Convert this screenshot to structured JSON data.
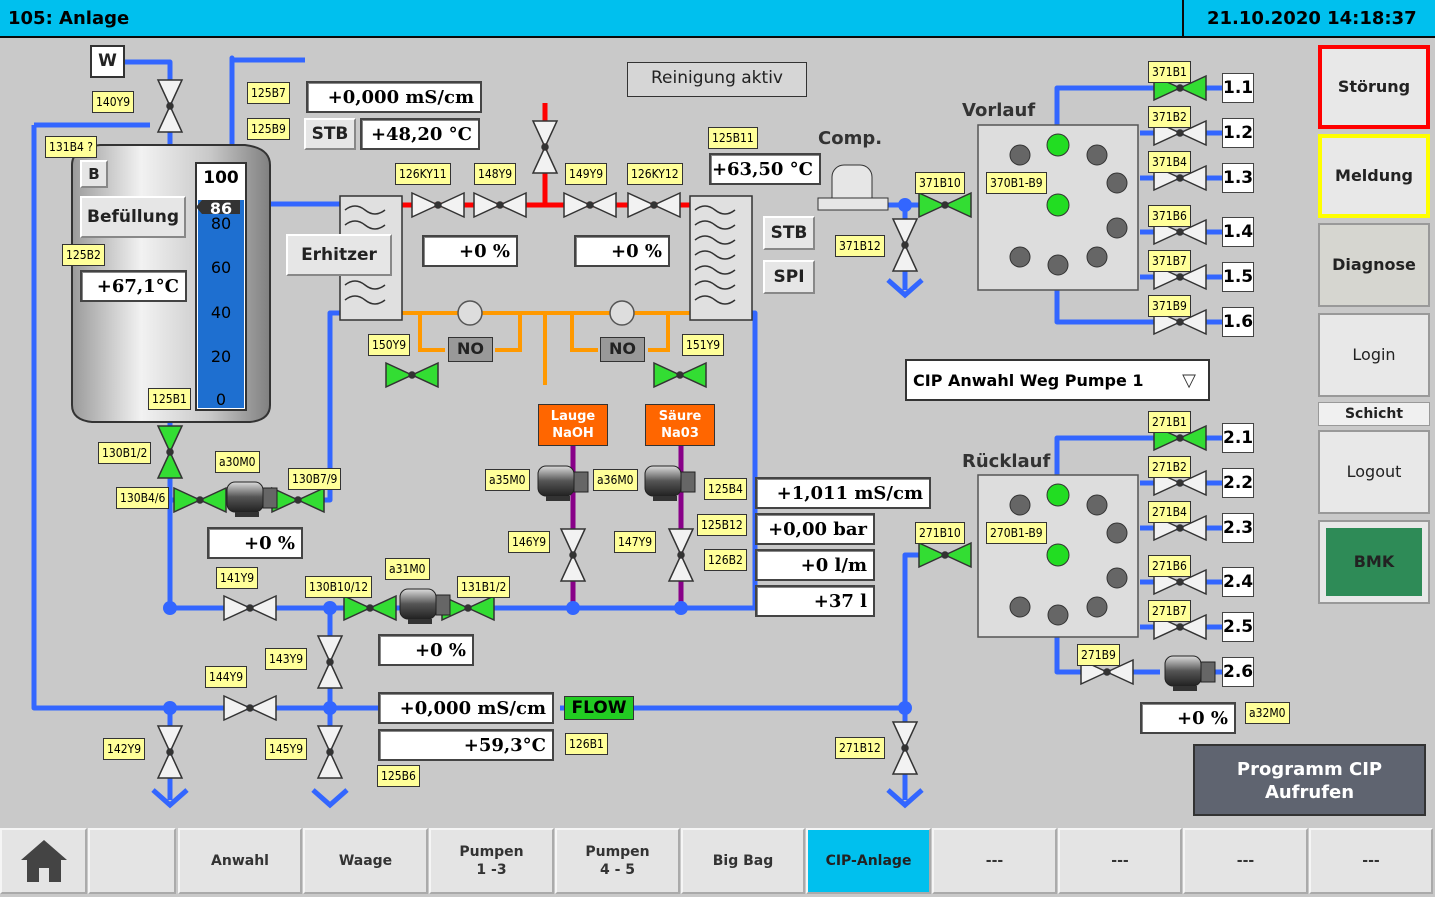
{
  "header": {
    "title": "105: Anlage",
    "datetime": "21.10.2020 14:18:37"
  },
  "status_banner": "Reinigung aktiv",
  "tank": {
    "w_label": "W",
    "b_label": "B",
    "fill_button": "Befüllung",
    "temp": "+67,1°C",
    "level_value": "86",
    "level_fraction": 0.86,
    "scale": [
      "100",
      "80",
      "60",
      "40",
      "20",
      "0"
    ]
  },
  "heater": {
    "label": "Erhitzer",
    "cond": "+0,000 mS/cm",
    "stb_label": "STB",
    "stb_temp": "+48,20 °C",
    "pct_left": "+0 %",
    "pct_right": "+0 %"
  },
  "comp": {
    "label": "Comp.",
    "temp": "+63,50 °C",
    "stb": "STB",
    "spi": "SPI"
  },
  "chem": {
    "lauge": "Lauge\nNaOH",
    "saeure": "Säure\nNa03",
    "no_left": "NO",
    "no_right": "NO"
  },
  "measure": {
    "cond": "+1,011 mS/cm",
    "pressure": "+0,00 bar",
    "flow": "+0 l/m",
    "volume": "+37 l"
  },
  "return": {
    "cond": "+0,000 mS/cm",
    "temp": "+59,3°C",
    "flow_label": "FLOW"
  },
  "pumps": {
    "p30": "+0 %",
    "p31": "+0 %",
    "p32": "+0 %"
  },
  "vorlauf": {
    "title": "Vorlauf",
    "manifold": "370B1-B9",
    "outputs": [
      "1.1",
      "1.2",
      "1.3",
      "1.4",
      "1.5",
      "1.6"
    ],
    "sensors": [
      "371B1",
      "371B2",
      "371B4",
      "371B6",
      "371B7",
      "371B9"
    ]
  },
  "ruecklauf": {
    "title": "Rücklauf",
    "manifold": "270B1-B9",
    "outputs": [
      "2.1",
      "2.2",
      "2.3",
      "2.4",
      "2.5",
      "2.6"
    ],
    "sensors": [
      "271B1",
      "271B2",
      "271B4",
      "271B6",
      "271B7",
      "271B9"
    ]
  },
  "cip_select": "CIP Anwahl Weg Pumpe 1",
  "sidebar": {
    "stoerung": "Störung",
    "meldung": "Meldung",
    "diagnose": "Diagnose",
    "login": "Login",
    "schicht": "Schicht",
    "logout": "Logout",
    "bmk": "BMK"
  },
  "program_button": "Programm CIP\nAufrufen",
  "tags": {
    "t140Y9": "140Y9",
    "t131B4": "131B4 ?",
    "t125B2": "125B2",
    "t125B1": "125B1",
    "t125B7": "125B7",
    "t125B9": "125B9",
    "t126KY11": "126KY11",
    "t148Y9": "148Y9",
    "t149Y9": "149Y9",
    "t126KY12": "126KY12",
    "t125B11": "125B11",
    "t371B10": "371B10",
    "t371B12": "371B12",
    "t150Y9": "150Y9",
    "t151Y9": "151Y9",
    "t130B1": "130B1/2",
    "t130B4": "130B4/6",
    "ta30M0": "a30M0",
    "t130B7": "130B7/9",
    "ta35M0": "a35M0",
    "ta36M0": "a36M0",
    "t125B4": "125B4",
    "t125B12": "125B12",
    "t126B2": "126B2",
    "t146Y9": "146Y9",
    "t147Y9": "147Y9",
    "t141Y9": "141Y9",
    "t130B10": "130B10/12",
    "ta31M0": "a31M0",
    "t131B1": "131B1/2",
    "t143Y9": "143Y9",
    "t144Y9": "144Y9",
    "t142Y9": "142Y9",
    "t145Y9": "145Y9",
    "t126B1": "126B1",
    "t125B6": "125B6",
    "t271B10": "271B10",
    "t271B12": "271B12",
    "ta32M0": "a32M0"
  },
  "tabs": [
    "",
    "",
    "Anwahl",
    "Waage",
    "Pumpen\n1 -3",
    "Pumpen\n4 - 5",
    "Big Bag",
    "CIP-Anlage",
    "---",
    "---",
    "---",
    "---"
  ],
  "colors": {
    "header": "#00c0ee",
    "pipe_blue": "#3366ff",
    "pipe_red": "#ff0000",
    "pipe_orange": "#ff9900",
    "pipe_purple": "#880088",
    "valve_green": "#33cc33",
    "alarm_red": "#ff0000",
    "alarm_yellow": "#ffff00",
    "bmk_green": "#2e8b57"
  }
}
